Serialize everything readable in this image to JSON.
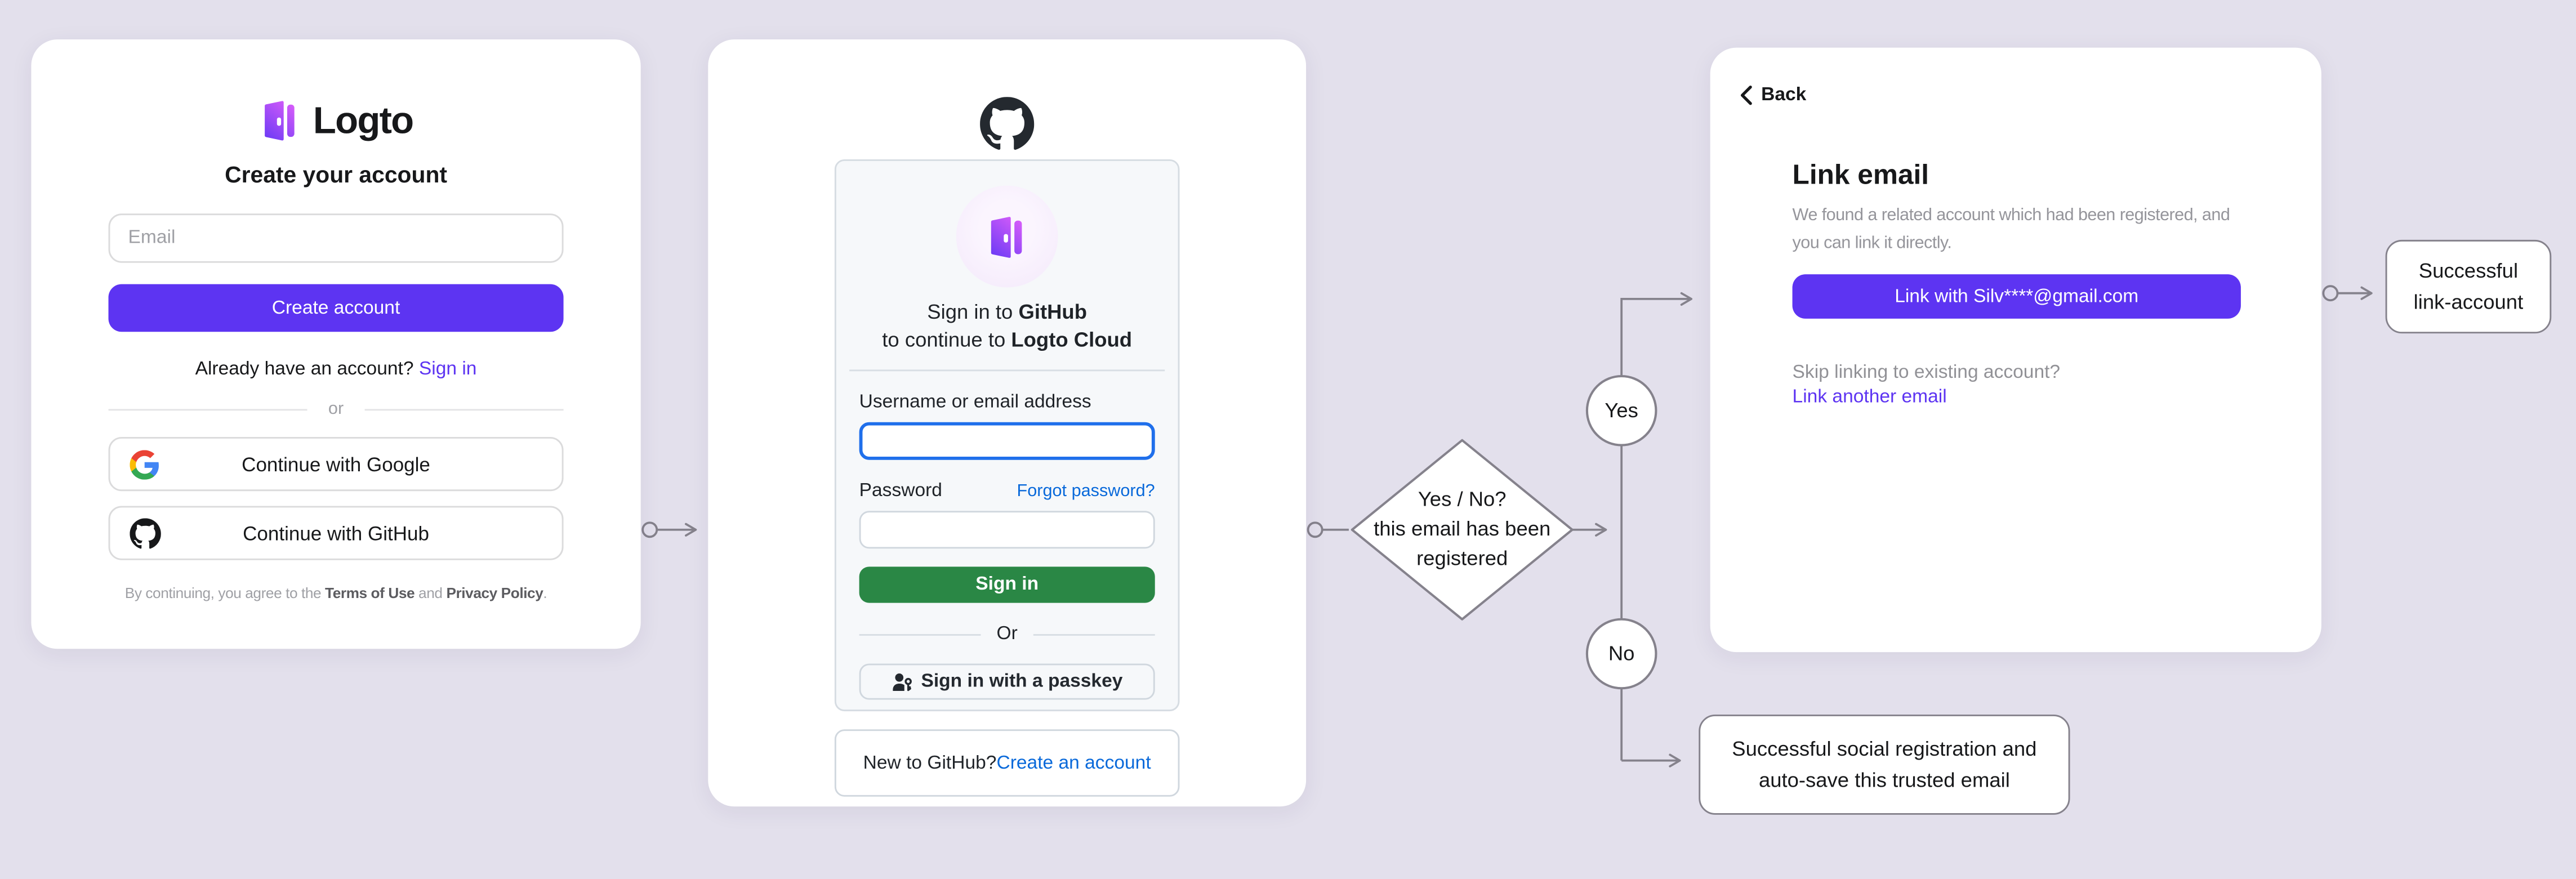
{
  "page": {
    "background": "#e3e0ec"
  },
  "colors": {
    "brand_purple": "#5d34f2",
    "github_green": "#2a8745",
    "github_link_blue": "#0969da",
    "focus_border_blue": "#1f6feb",
    "flow_stroke": "#85828c"
  },
  "signup_card": {
    "logo_text": "Logto",
    "title": "Create your account",
    "email_placeholder": "Email",
    "create_button": "Create account",
    "signin_prompt": "Already have an account? ",
    "signin_link": "Sign in",
    "divider": "or",
    "google_button": "Continue with Google",
    "github_button": "Continue with GitHub",
    "terms_prefix": "By continuing, you agree to the ",
    "terms_link1": "Terms of Use",
    "terms_mid": " and ",
    "terms_link2": "Privacy Policy",
    "terms_suffix": "."
  },
  "github_card": {
    "connect_line1_prefix": "Sign in to ",
    "connect_line1_bold": "GitHub",
    "connect_line2_prefix": "to continue to ",
    "connect_line2_bold": "Logto Cloud",
    "username_label": "Username or email address",
    "password_label": "Password",
    "forgot_link": "Forgot password?",
    "signin_button": "Sign in",
    "divider": "Or",
    "passkey_button": "Sign in with a passkey",
    "new_prompt": "New to GitHub? ",
    "create_link": "Create an account"
  },
  "link_email_card": {
    "back": "Back",
    "title": "Link email",
    "description": "We found a related account which had been registered, and\nyou can link it directly.",
    "link_button": "Link with Silv****@gmail.com",
    "skip_prompt": "Skip linking to existing account?",
    "skip_link": "Link another email"
  },
  "flowchart": {
    "decision": "Yes / No?\nthis email has been\nregistered",
    "yes": "Yes",
    "no": "No",
    "outcome_link": "Successful link-account",
    "outcome_social": "Successful social registration and auto-save this trusted email"
  }
}
